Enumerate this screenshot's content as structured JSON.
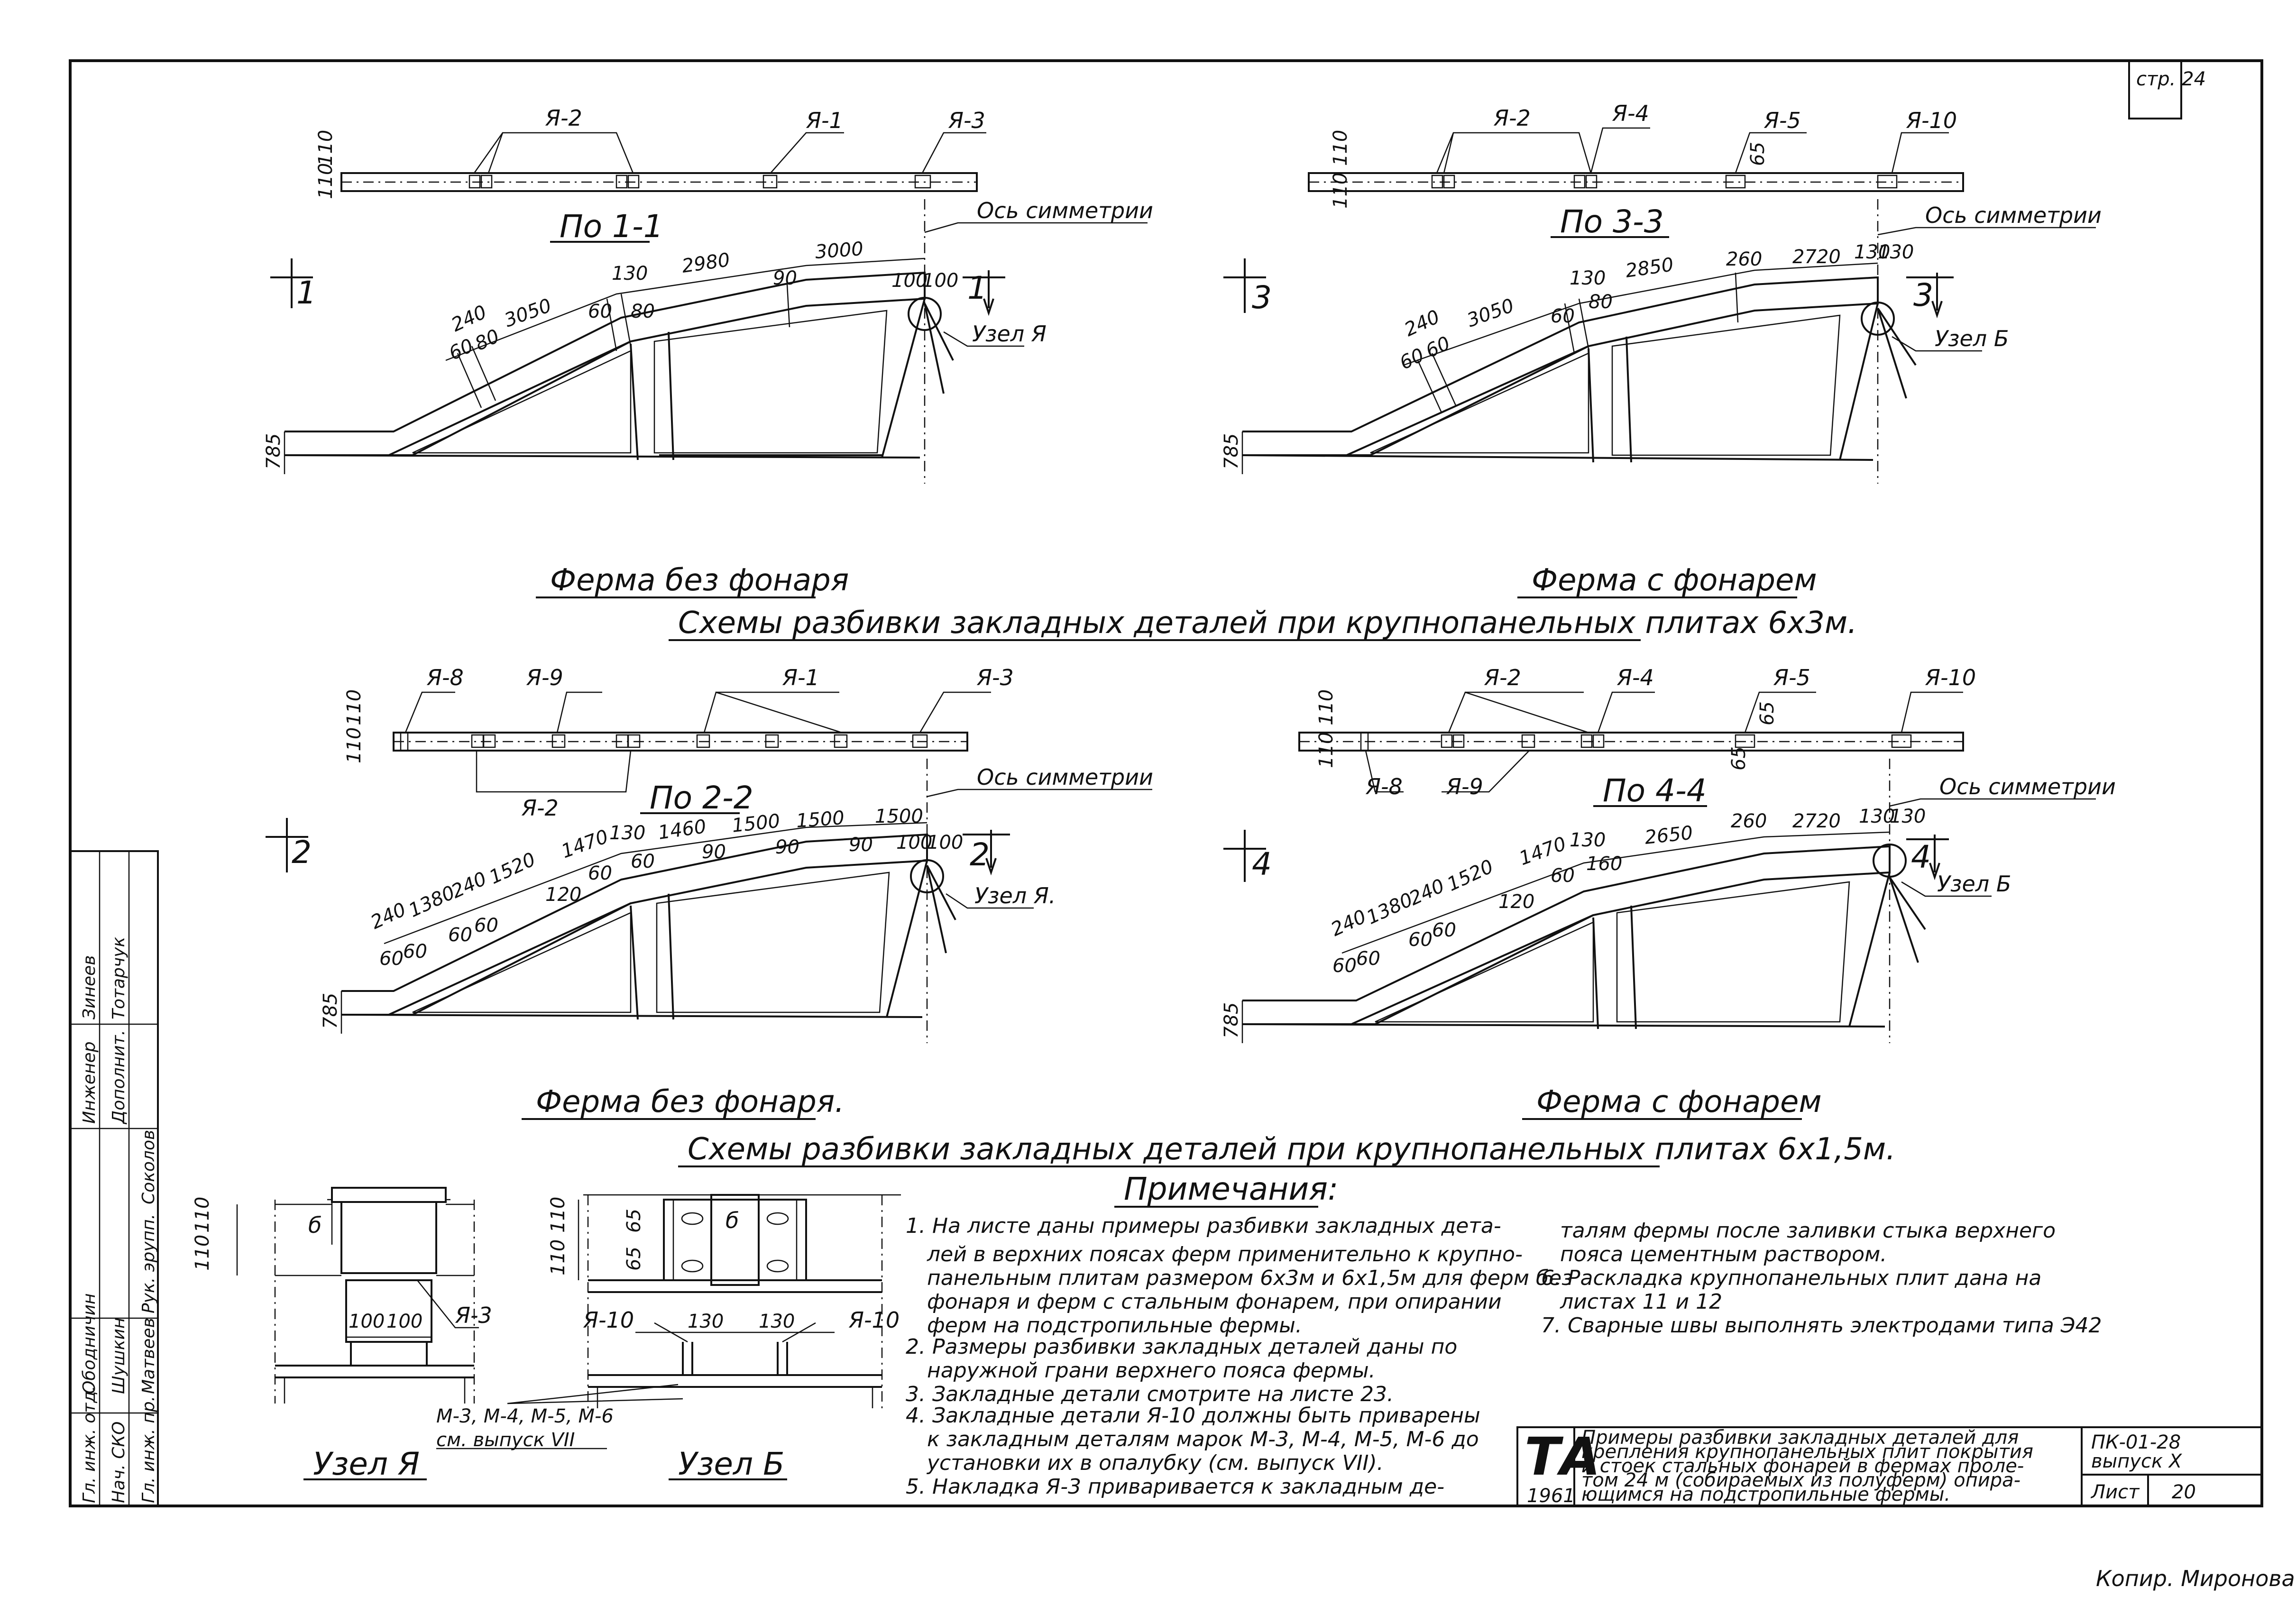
{
  "sheet": {
    "page_ref": "стр. 24",
    "copied_by": "Копир.  Миронова"
  },
  "drawings": {
    "v11": {
      "section": "По 1-1",
      "mark_num": "1",
      "plan_labels": [
        "Я-2",
        "Я-1",
        "Я-3"
      ],
      "plan_dims": [
        "110",
        "110"
      ],
      "axis": "Ось симметрии",
      "node": "Узел Я",
      "chord_dims": [
        "240",
        "60",
        "80",
        "3050",
        "130",
        "60",
        "80",
        "2980",
        "90",
        "3000",
        "100",
        "100"
      ],
      "height": "785"
    },
    "v33": {
      "section": "По 3-3",
      "mark_num": "3",
      "plan_labels": [
        "Я-2",
        "Я-4",
        "Я-5",
        "Я-10"
      ],
      "plan_dims": [
        "110",
        "110",
        "65"
      ],
      "axis": "Ось симметрии",
      "node": "Узел Б",
      "chord_dims": [
        "240",
        "60",
        "60",
        "3050",
        "130",
        "60",
        "80",
        "2850",
        "260",
        "2720",
        "130",
        "130"
      ],
      "height": "785"
    },
    "v22": {
      "section": "По 2-2",
      "mark_num": "2",
      "plan_labels": [
        "Я-8",
        "Я-9",
        "Я-1",
        "Я-3",
        "Я-2"
      ],
      "plan_dims": [
        "110",
        "110"
      ],
      "axis": "Ось симметрии",
      "node": "Узел Я.",
      "chord_dims": [
        "240",
        "1380",
        "240",
        "1520",
        "1470",
        "130",
        "1460",
        "1500",
        "1500",
        "1500",
        "60",
        "60",
        "60",
        "60",
        "120",
        "60",
        "60",
        "90",
        "90",
        "90",
        "100",
        "100"
      ],
      "height": "785"
    },
    "v44": {
      "section": "По 4-4",
      "mark_num": "4",
      "plan_labels": [
        "Я-2",
        "Я-4",
        "Я-5",
        "Я-10",
        "Я-8",
        "Я-9"
      ],
      "plan_dims": [
        "110",
        "110",
        "65",
        "65"
      ],
      "axis": "Ось симметрии",
      "node": "Узел Б",
      "chord_dims": [
        "240",
        "1380",
        "240",
        "1520",
        "1470",
        "130",
        "2650",
        "260",
        "2720",
        "130",
        "130",
        "60",
        "60",
        "60",
        "60",
        "120",
        "60",
        "160"
      ],
      "height": "785"
    }
  },
  "captions": {
    "top_left": "Ферма без фонаря",
    "top_right": "Ферма с фонарем",
    "head1": "Схемы разбивки закладных деталей при крупнопанельных плитах 6х3м.",
    "bottom_left": "Ферма без фонаря.",
    "bottom_right": "Ферма с фонарем",
    "head2": "Схемы разбивки закладных деталей при крупнопанельных плитах 6х1,5м."
  },
  "details": {
    "node_ya": {
      "title": "Узел Я",
      "dims": [
        "110",
        "110",
        "100",
        "100"
      ],
      "labels": [
        "Я-3",
        "б"
      ],
      "marks": "М-3, М-4, М-5, М-6",
      "ref": "см. выпуск VII"
    },
    "node_b": {
      "title": "Узел Б",
      "dims": [
        "110",
        "110",
        "65",
        "65",
        "130",
        "130"
      ],
      "labels": [
        "Я-10",
        "Я-10",
        "б"
      ]
    }
  },
  "notes": {
    "title": "Примечания:",
    "items": [
      "1. На листе даны примеры разбивки закладных дета-",
      "лей в верхних поясах ферм применительно к крупно-",
      "панельным плитам размером 6х3м и 6х1,5м для ферм без",
      "фонаря и ферм с стальным фонарем, при опирании",
      "ферм на подстропильные фермы.",
      "2. Размеры разбивки закладных деталей даны по",
      "наружной грани верхнего пояса фермы.",
      "3. Закладные детали смотрите на листе 23.",
      "4. Закладные детали Я-10 должны быть приварены",
      "к закладным деталям марок М-3, М-4, М-5, М-6 до",
      "установки их в опалубку (см. выпуск VII).",
      "5. Накладка Я-3 приваривается к закладным де-",
      "талям фермы после заливки стыка верхнего",
      "пояса цементным раствором.",
      "6. Раскладка крупнопанельных плит дана на",
      "листах 11 и 12",
      "7. Сварные швы выполнять электродами типа Э42"
    ]
  },
  "side_stamp": {
    "rows": [
      [
        "Инженер",
        "Зинеев",
        ""
      ],
      [
        "Дополнит.",
        "Тотарчук",
        ""
      ],
      [
        "Гл. инж. отд.",
        "Ободничин",
        ""
      ],
      [
        "Нач. СКО",
        "Шушкин",
        ""
      ],
      [
        "Гл. инж. пр.",
        "Матвеев",
        ""
      ],
      [
        "Рук. эрупп.",
        "Соколов",
        ""
      ]
    ]
  },
  "title_block": {
    "logo": "ТА",
    "year": "1961",
    "description": [
      "Примеры разбивки закладных деталей для",
      "крепления крупнопанельных плит покрытия",
      "и стоек стальных фонарей в фермах проле-",
      "том 24 м (собираемых из полуферм) опира-",
      "ющимся на подстропильные фермы."
    ],
    "series": "ПК-01-28",
    "issue": "выпуск X",
    "sheet_label": "Лист",
    "sheet_no": "20"
  }
}
